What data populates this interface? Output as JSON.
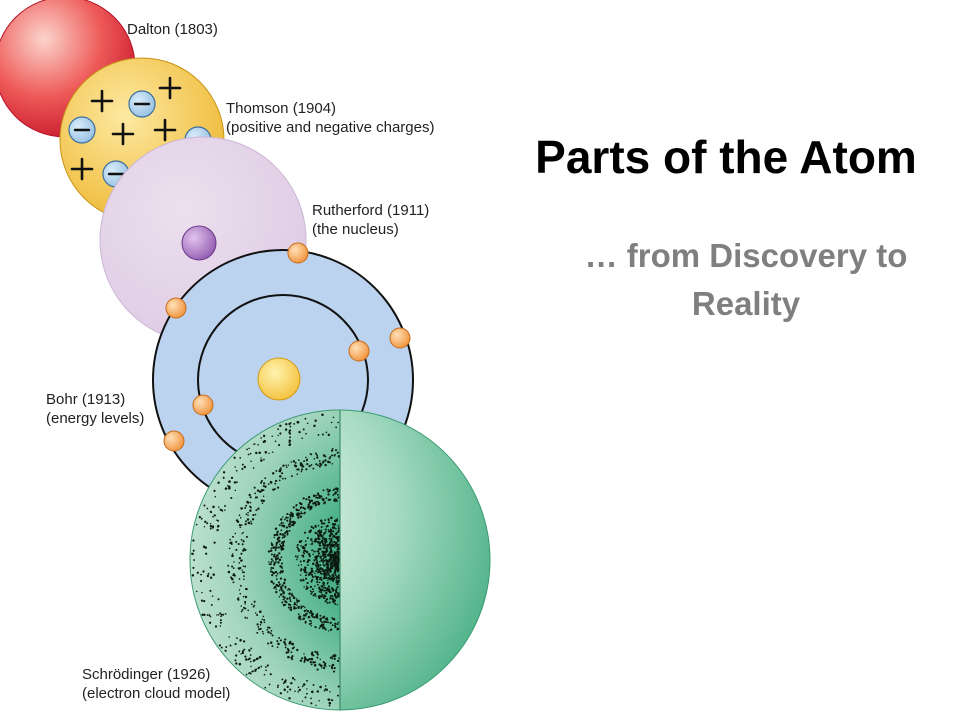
{
  "slide": {
    "title": "Parts of the Atom",
    "subtitle": "… from Discovery to Reality"
  },
  "models": [
    {
      "name": "Dalton (1803)",
      "caption": ""
    },
    {
      "name": "Thomson (1904)",
      "caption": "(positive and negative charges)"
    },
    {
      "name": "Rutherford (1911)",
      "caption": "(the nucleus)"
    },
    {
      "name": "Bohr (1913)",
      "caption": "(energy levels)"
    },
    {
      "name": "Schrödinger (1926)",
      "caption": "(electron cloud model)"
    }
  ],
  "colors": {
    "dalton": "#d93040",
    "thomson": "#f2c03a",
    "rutherford": "#e2cfe6",
    "bohr": "#bcd3ef",
    "schrodinger": "#3aa87a",
    "electron": "#f39a3c",
    "title": "#000000",
    "subtitle": "#7f7f7f"
  },
  "icons": {
    "positive_charge": "+",
    "negative_charge": "–"
  }
}
